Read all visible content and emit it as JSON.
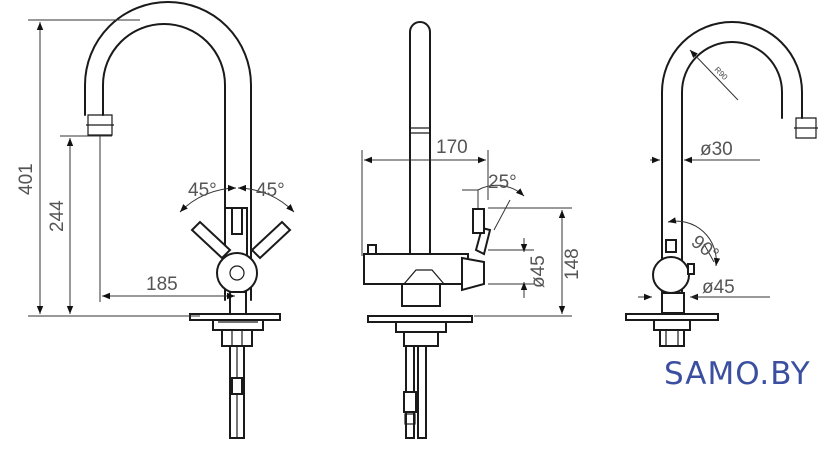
{
  "front_view": {
    "height_total": "401",
    "height_spout": "244",
    "reach": "185",
    "lever_angle_left": "45°",
    "lever_angle_right": "45°"
  },
  "side_view": {
    "width": "170",
    "lever_angle": "25°",
    "body_diameter": "ø45",
    "height": "148"
  },
  "right_view": {
    "radius": "R90",
    "spout_diameter": "ø30",
    "angle": "90°",
    "body_diameter": "ø45"
  },
  "logo": "SAMO.BY"
}
